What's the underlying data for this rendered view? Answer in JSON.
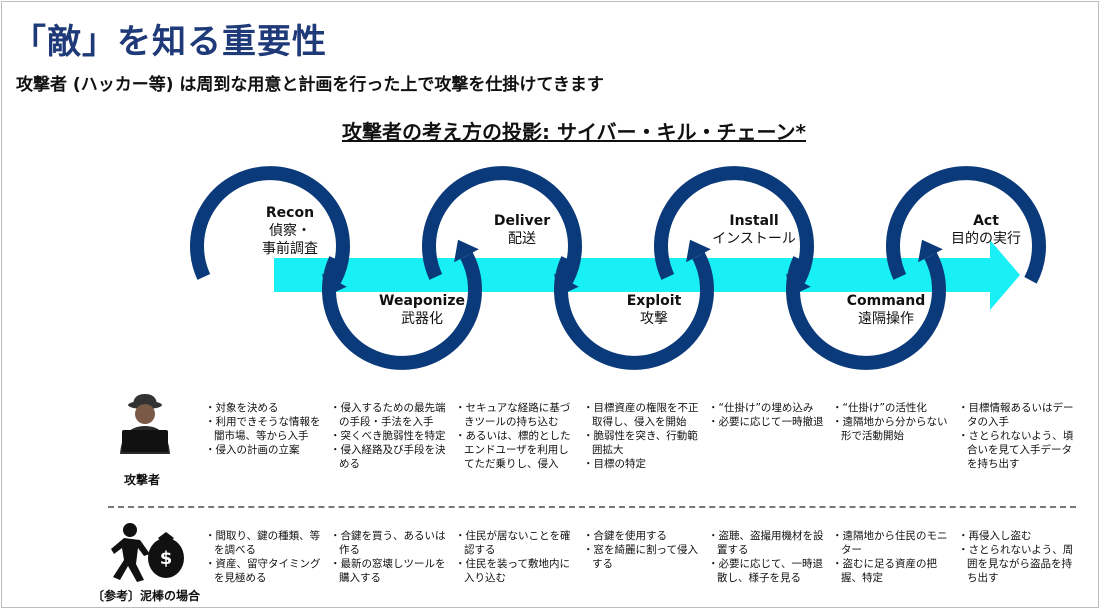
{
  "header": {
    "title": "「敵」を知る重要性",
    "subtitle": "攻撃者 (ハッカー等) は周到な用意と計画を行った上で攻撃を仕掛けてきます"
  },
  "diagram": {
    "title": "攻撃者の考え方の投影: サイバー・キル・チェーン*",
    "colors": {
      "ring": "#0b3a7a",
      "arrow": "#19f0f5"
    },
    "stages": [
      {
        "en": "Recon",
        "jp": "偵察・\n事前調査"
      },
      {
        "en": "Weaponize",
        "jp": "武器化"
      },
      {
        "en": "Deliver",
        "jp": "配送"
      },
      {
        "en": "Exploit",
        "jp": "攻撃"
      },
      {
        "en": "Install",
        "jp": "インストール"
      },
      {
        "en": "Command",
        "jp": "遠隔操作"
      },
      {
        "en": "Act",
        "jp": "目的の実行"
      }
    ]
  },
  "attacker": {
    "label": "攻撃者",
    "icon": "hacker-icon",
    "columns": [
      [
        "対象を決める",
        "利用できそうな情報を闇市場、等から入手",
        "侵入の計画の立案"
      ],
      [
        "侵入するための最先端の手段・手法を入手",
        "突くべき脆弱性を特定",
        "侵入経路及び手段を決める"
      ],
      [
        "セキュアな経路に基づきツールの持ち込む",
        "あるいは、標的としたエンドユーザを利用してただ乗りし、侵入"
      ],
      [
        "目標資産の権限を不正取得し、侵入を開始",
        "脆弱性を突き、行動範囲拡大",
        "目標の特定"
      ],
      [
        "“仕掛け”の埋め込み",
        "必要に応じて一時撤退"
      ],
      [
        "“仕掛け”の活性化",
        "遠隔地から分からない形で活動開始"
      ],
      [
        "目標情報あるいはデータの入手",
        "さとられないよう、頃合いを見て入手データを持ち出す"
      ]
    ]
  },
  "thief": {
    "label": "〔参考〕泥棒の場合",
    "icon": "thief-icon",
    "bag_symbol": "$",
    "columns": [
      [
        "間取り、鍵の種類、等を調べる",
        "資産、留守タイミングを見極める"
      ],
      [
        "合鍵を買う、あるいは作る",
        "最新の窓壊しツールを購入する"
      ],
      [
        "住民が居ないことを確認する",
        "住民を装って敷地内に入り込む"
      ],
      [
        "合鍵を使用する",
        "窓を綺麗に割って侵入する"
      ],
      [
        "盗聴、盗撮用機材を設置する",
        "必要に応じて、一時退散し、様子を見る"
      ],
      [
        "遠隔地から住民のモニター",
        "盗むに足る資産の把握、特定"
      ],
      [
        "再侵入し盗む",
        "さとられないよう、周囲を見ながら盗品を持ち出す"
      ]
    ]
  }
}
